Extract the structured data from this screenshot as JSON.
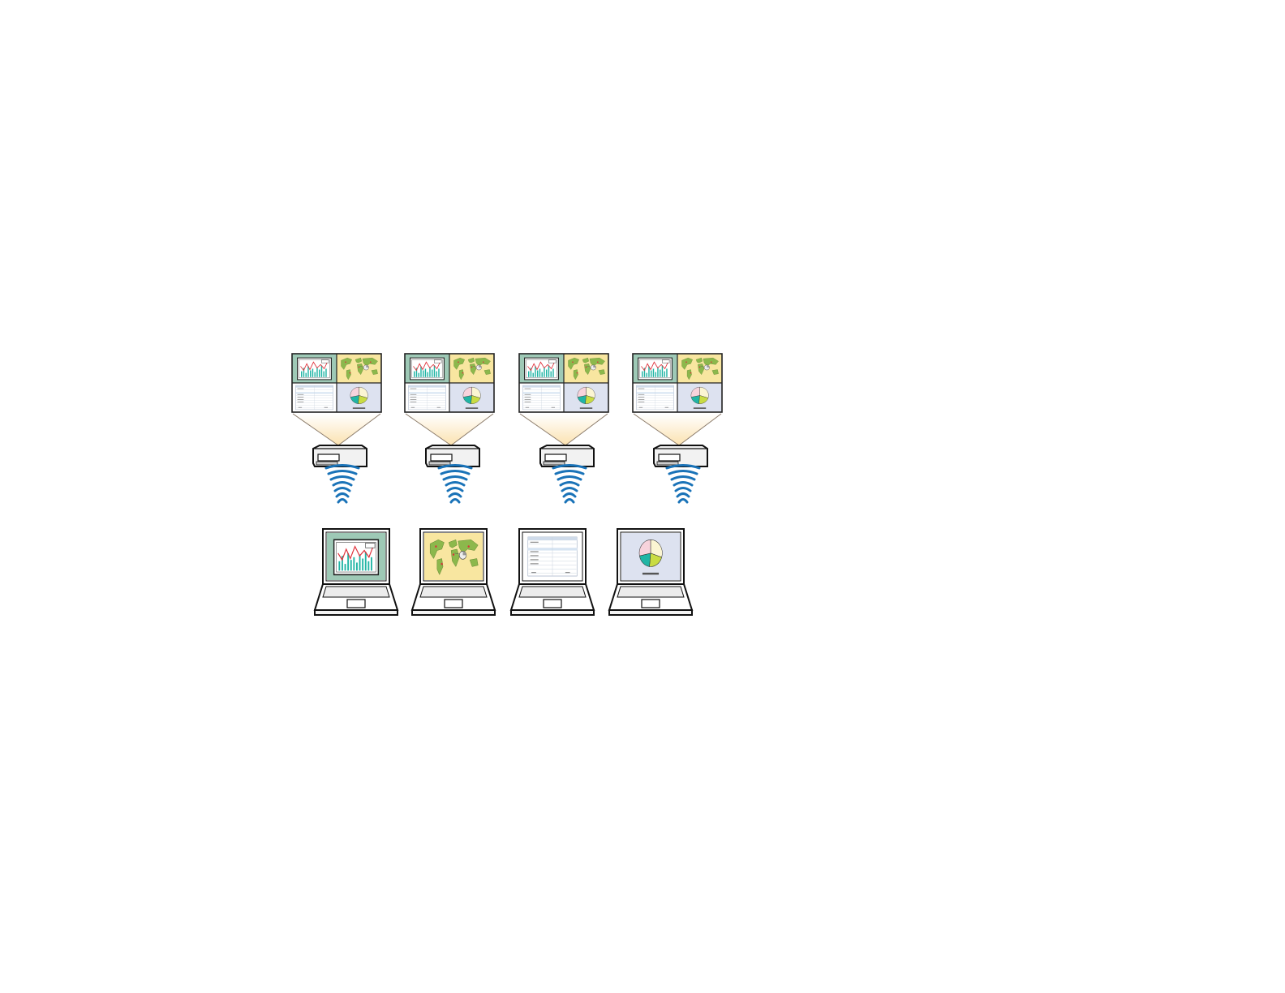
{
  "diagram": {
    "projector_units": [
      {
        "id": "unit-1"
      },
      {
        "id": "unit-2"
      },
      {
        "id": "unit-3"
      },
      {
        "id": "unit-4"
      }
    ],
    "laptops": [
      {
        "id": "laptop-1",
        "content": "line-bar-chart"
      },
      {
        "id": "laptop-2",
        "content": "world-map"
      },
      {
        "id": "laptop-3",
        "content": "table-document"
      },
      {
        "id": "laptop-4",
        "content": "pie-chart"
      }
    ],
    "split_screen_quadrants": [
      "line-bar-chart",
      "world-map",
      "table-document",
      "pie-chart"
    ],
    "colors": {
      "chart_panel": "#9ec9b6",
      "map_panel": "#f8e6a0",
      "doc_panel": "#ffffff",
      "pie_panel": "#dde2f0",
      "wifi": "#1a73b8",
      "beam": "#fdebc4",
      "land": "#8cb84c",
      "pie_pink": "#f7d3dc",
      "pie_cream": "#fbf5d2",
      "pie_teal": "#21b5a5",
      "pie_lime": "#c9dc43"
    }
  }
}
